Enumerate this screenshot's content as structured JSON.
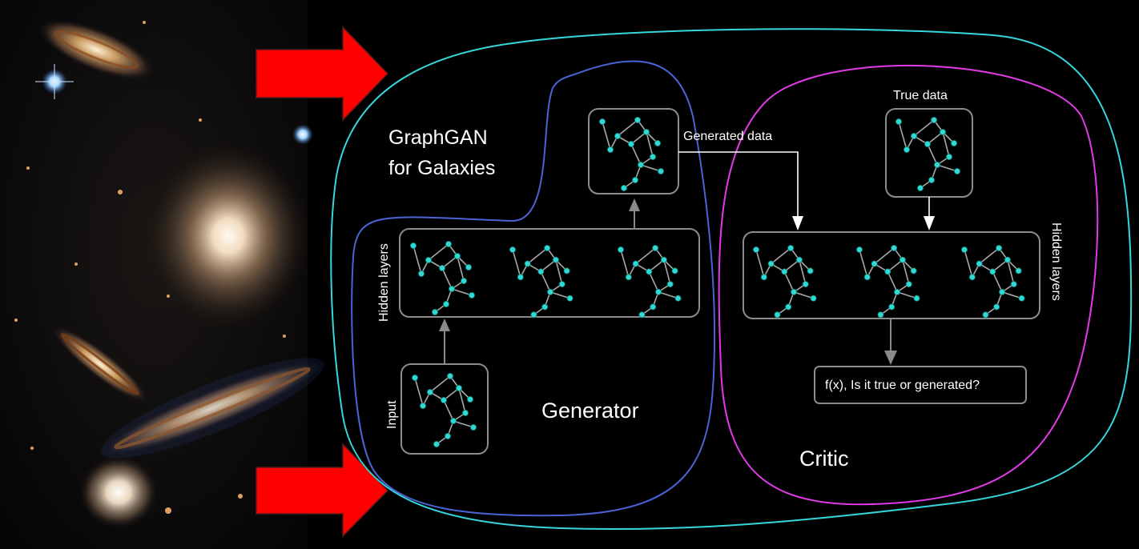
{
  "diagram": {
    "title_line1": "GraphGAN",
    "title_line2": "for Galaxies",
    "generator_label": "Generator",
    "critic_label": "Critic",
    "hidden_layers_left": "Hidden layers",
    "hidden_layers_right": "Hidden layers",
    "input_label": "Input",
    "generated_data_label": "Generated data",
    "true_data_label": "True data",
    "output_label": "f(x), Is it true or generated?"
  },
  "colors": {
    "outer_contour": "#35d7dc",
    "generator_contour": "#4a64d6",
    "critic_contour": "#e23ae6",
    "arrow": "#ff0000",
    "node": "#2fd9d4"
  },
  "panel": {
    "image_icon": "galaxy-field-image"
  }
}
